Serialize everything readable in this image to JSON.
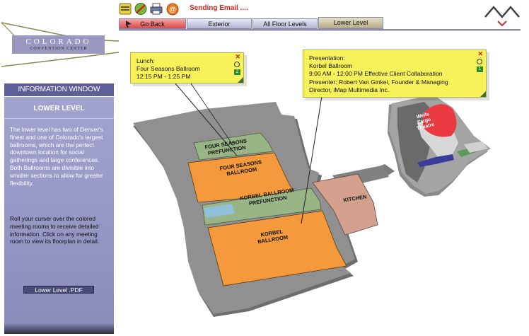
{
  "toolbar": {
    "status_text": "Sending Email ....",
    "icons": [
      "notes-icon",
      "no-entry-icon",
      "print-icon",
      "email-icon"
    ]
  },
  "nav_tabs": {
    "go_back": "Go Back",
    "exterior": "Exterior",
    "all_floor_levels": "All Floor Levels",
    "lower_level": "Lower Level"
  },
  "logo": {
    "name": "COLORADO",
    "subtitle": "CONVENTION CENTER"
  },
  "info_window": {
    "header": "INFORMATION WINDOW",
    "title": "LOWER LEVEL",
    "description": "The lower level has two of Denver's finest and one of Colorado's largest ballrooms, which are the perfect downtown location for social gatherings and large conferences. Both Ballrooms are divisible into smaller sections to allow for greater flexibility.",
    "hint": "Roll your curser over the colored meeting rooms to receive detailed information.  Click on any meeting room to view its floorplan in detail.",
    "pdf_button": "Lower Level .PDF"
  },
  "callouts": {
    "lunch": {
      "line1": "Lunch:",
      "line2": "Four Seasons Ballroom",
      "line3": "12:15 PM - 1:25 PM",
      "badge": "2"
    },
    "presentation": {
      "line1": "Presentation:",
      "line2": "Korbel Ballroom",
      "line3": "9:00 AM - 12:00 PM Effective Client Collaboration",
      "line4": "Presenter: Robert Van Ginkel, Founder & Managing",
      "line5": "Director, iMap Multimedia Inc.",
      "badge": "1"
    }
  },
  "map_labels": {
    "four_seasons_prefunction": [
      "FOUR SEASONS",
      "PREFUNCTION"
    ],
    "four_seasons_ballroom": [
      "FOUR SEASONS",
      "BALLROOM"
    ],
    "korbel_prefunction": [
      "KORBEL BALLROOM",
      "PREFUNCTION"
    ],
    "korbel_ballroom": [
      "KORBEL",
      "BALLROOM"
    ],
    "kitchen": "KITCHEN",
    "theatre": [
      "Wells",
      "Fargo",
      "Theatre"
    ]
  },
  "colors": {
    "ballroom": "#f59a3c",
    "prefunction": "#9ab585",
    "kitchen": "#d4a18e",
    "theatre": "#e8383e",
    "floor": "#8f8f8f",
    "callout": "#f8f25a",
    "panel": "#9b9bc7",
    "panel_header": "#5e5e98",
    "status_text": "#d0241b"
  }
}
